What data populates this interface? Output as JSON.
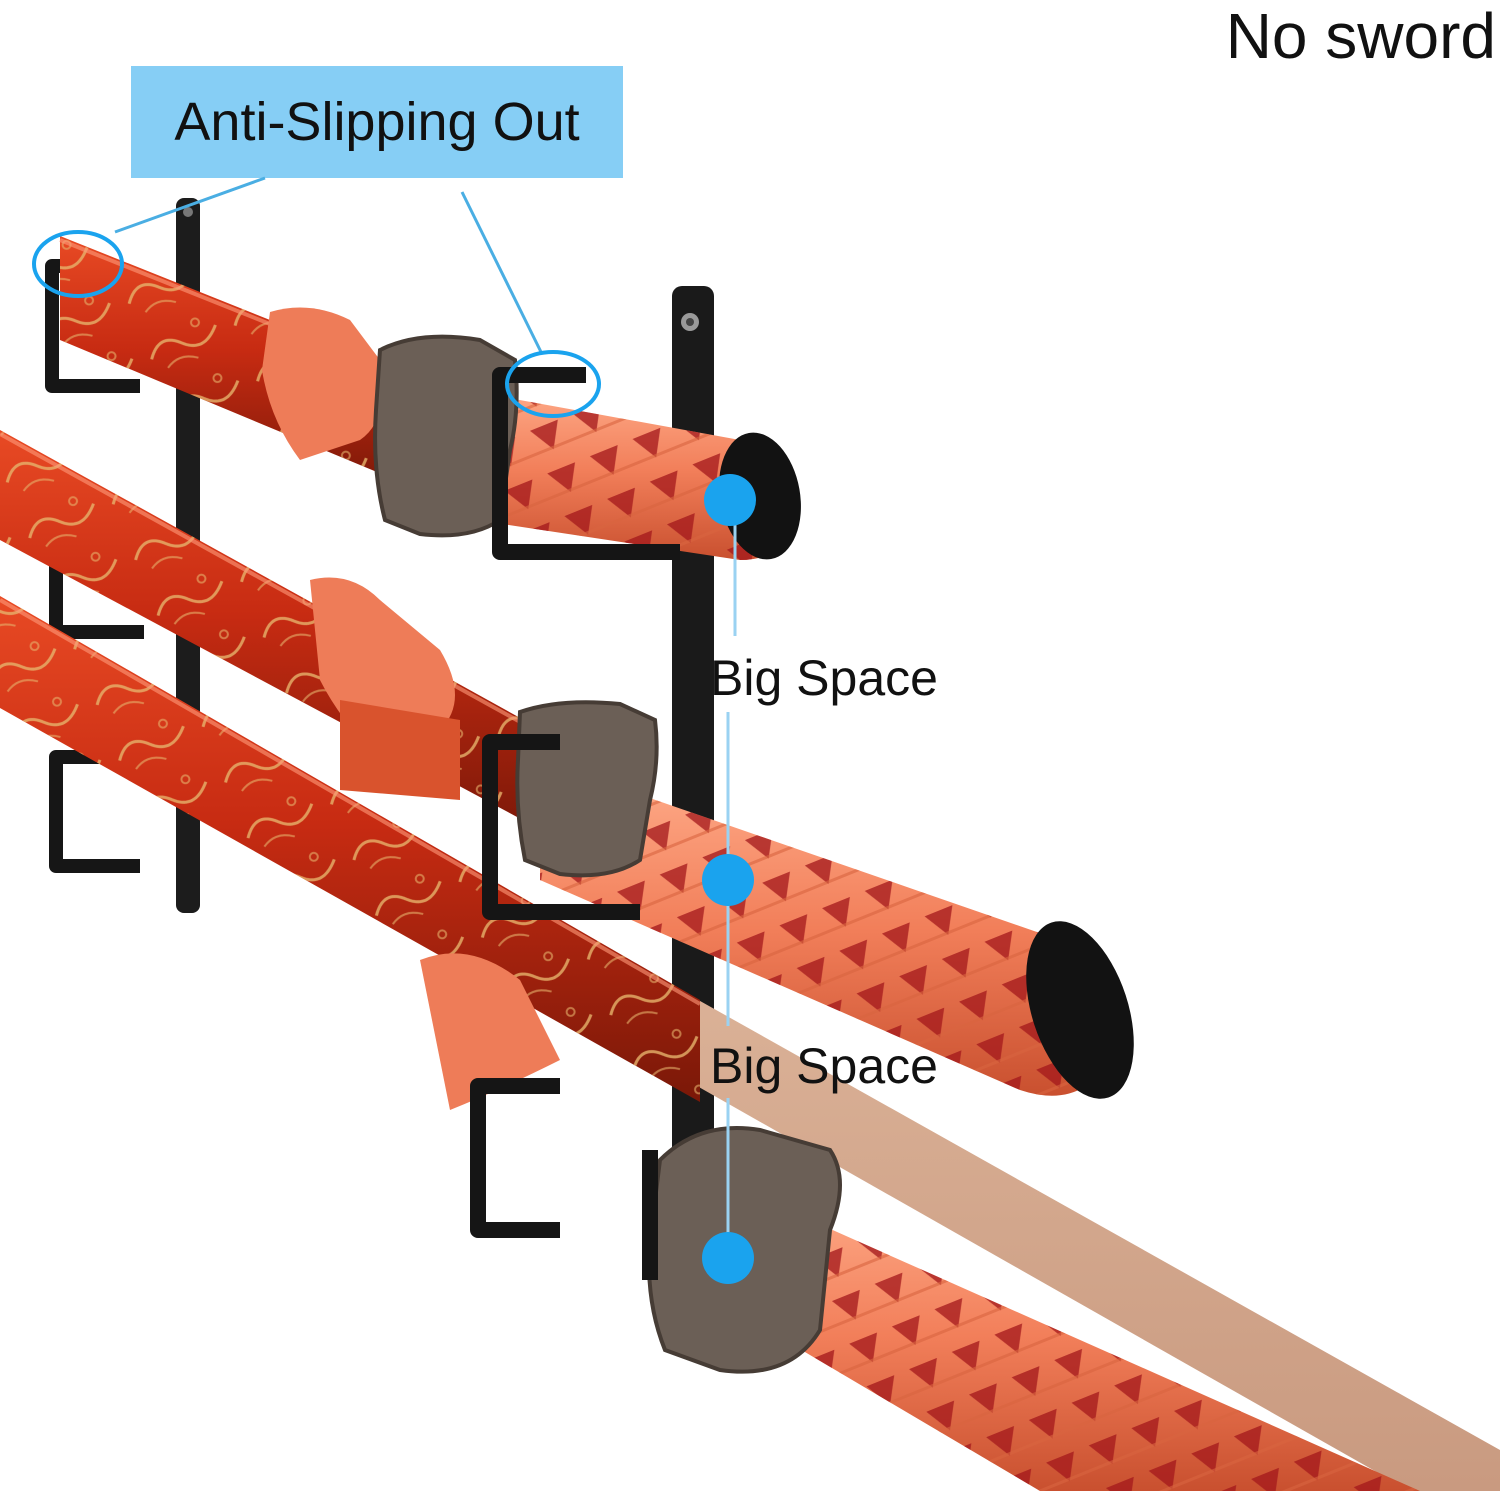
{
  "labels": {
    "no_sword": "No sword",
    "anti_slip": "Anti-Slipping Out",
    "big_space_1": "Big Space",
    "big_space_2": "Big Space"
  },
  "colors": {
    "callout_fill": "#86CEF5",
    "marker_blue": "#1AA3EE",
    "leader_line": "#4AAEE3",
    "rack_black": "#1a1a1a",
    "saya_red": "#c12a12",
    "ito_orange": "#f2835e",
    "tsuba_bronze": "#6e6258",
    "wall": "#ffffff"
  }
}
